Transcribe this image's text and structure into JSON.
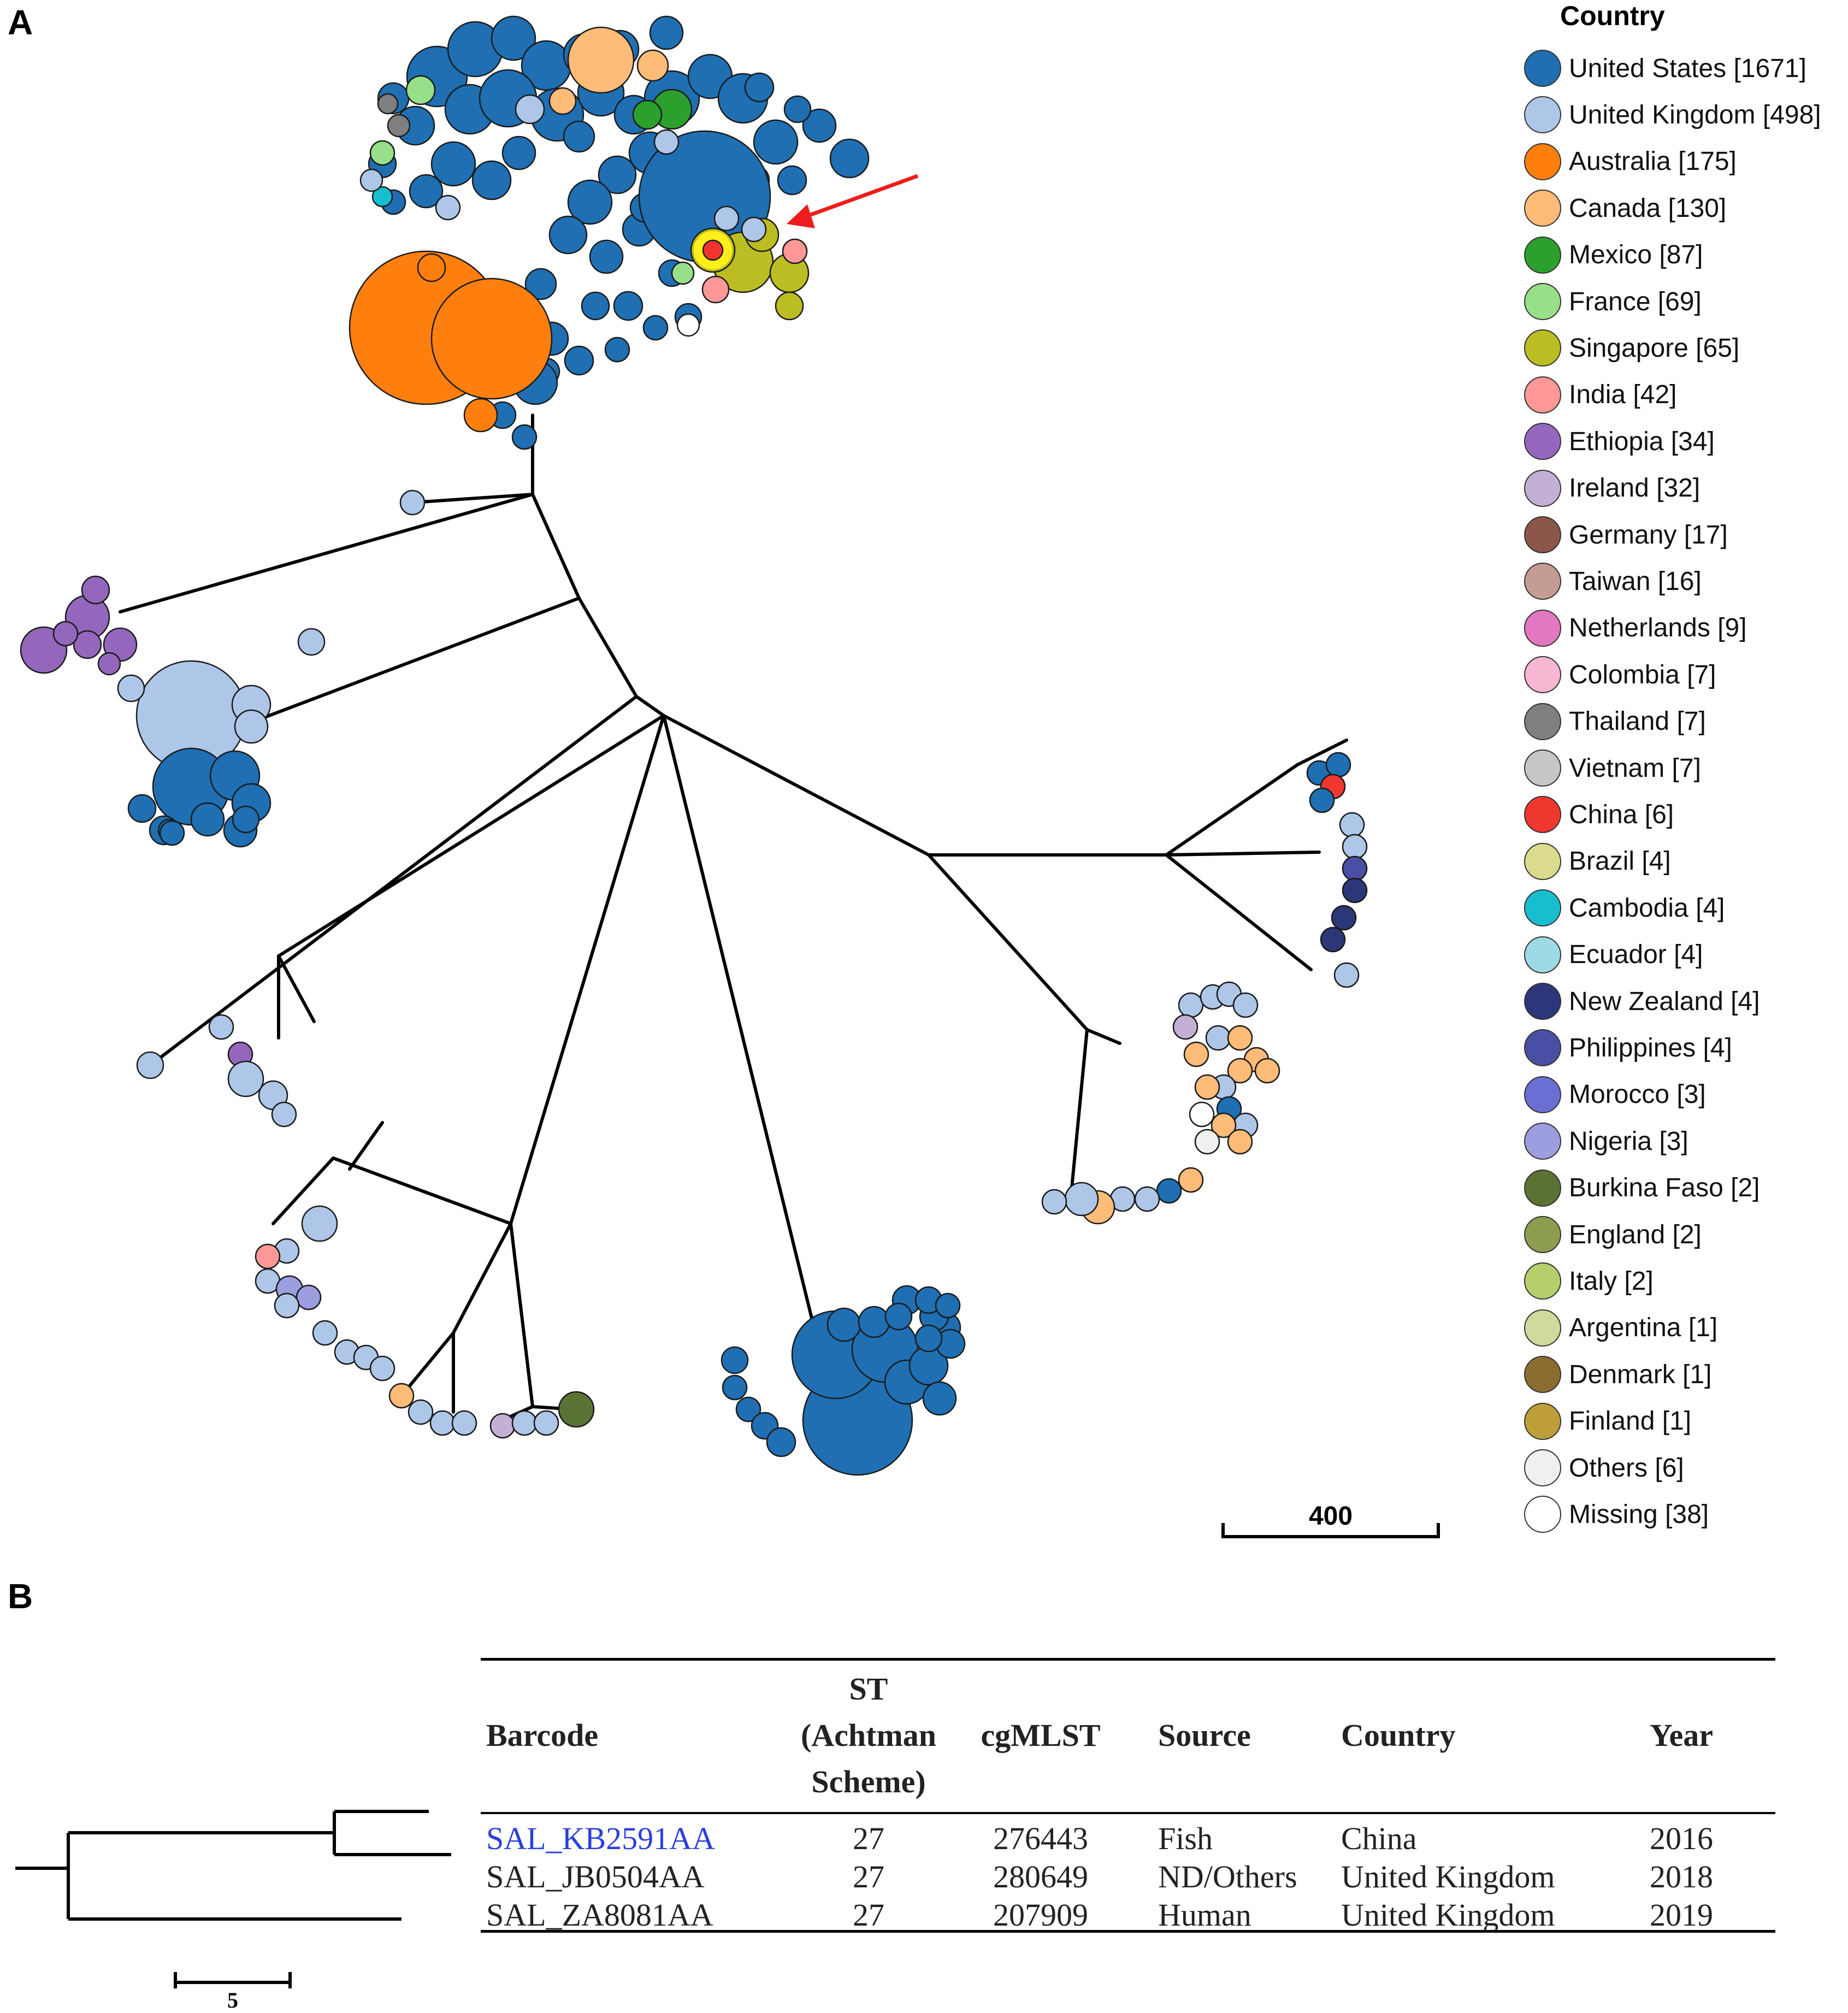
{
  "panel_a_label": "A",
  "panel_b_label": "B",
  "legend": {
    "title": "Country",
    "items": [
      {
        "label": "United States [1671]",
        "color": "#1f6fb2"
      },
      {
        "label": "United Kingdom [498]",
        "color": "#aec7e8"
      },
      {
        "label": "Australia [175]",
        "color": "#ff7f0e"
      },
      {
        "label": "Canada [130]",
        "color": "#ffbb78"
      },
      {
        "label": "Mexico [87]",
        "color": "#2ca02c"
      },
      {
        "label": "France [69]",
        "color": "#98df8a"
      },
      {
        "label": "Singapore [65]",
        "color": "#bcbd22"
      },
      {
        "label": "India [42]",
        "color": "#ff9896"
      },
      {
        "label": "Ethiopia [34]",
        "color": "#9467bd"
      },
      {
        "label": "Ireland [32]",
        "color": "#c5b0d5"
      },
      {
        "label": "Germany [17]",
        "color": "#8c564b"
      },
      {
        "label": "Taiwan [16]",
        "color": "#c49c94"
      },
      {
        "label": "Netherlands [9]",
        "color": "#e377c2"
      },
      {
        "label": "Colombia [7]",
        "color": "#f7b6d2"
      },
      {
        "label": "Thailand [7]",
        "color": "#7f7f7f"
      },
      {
        "label": "Vietnam [7]",
        "color": "#c7c7c7"
      },
      {
        "label": "China [6]",
        "color": "#f0372f"
      },
      {
        "label": "Brazil [4]",
        "color": "#dbdb8d"
      },
      {
        "label": "Cambodia [4]",
        "color": "#17becf"
      },
      {
        "label": "Ecuador [4]",
        "color": "#9edae5"
      },
      {
        "label": "New Zealand [4]",
        "color": "#2b3778"
      },
      {
        "label": "Philippines [4]",
        "color": "#4a4fa6"
      },
      {
        "label": "Morocco [3]",
        "color": "#6a6fd4"
      },
      {
        "label": "Nigeria [3]",
        "color": "#9c9ee0"
      },
      {
        "label": "Burkina Faso [2]",
        "color": "#5a7334"
      },
      {
        "label": "England [2]",
        "color": "#8c9e4e"
      },
      {
        "label": "Italy [2]",
        "color": "#b5cf6b"
      },
      {
        "label": "Argentina [1]",
        "color": "#cedb9c"
      },
      {
        "label": "Denmark [1]",
        "color": "#8c6d31"
      },
      {
        "label": "Finland [1]",
        "color": "#bd9e39"
      },
      {
        "label": "Others [6]",
        "color": "#f0f0f0"
      },
      {
        "label": "Missing [38]",
        "color": "#ffffff"
      }
    ]
  },
  "scale_a_label": "400",
  "scale_b_label": "5",
  "table": {
    "headers": {
      "barcode": "Barcode",
      "st_line1": "ST",
      "st_line2": "(Achtman",
      "st_line3": "Scheme)",
      "cgmlst": "cgMLST",
      "source": "Source",
      "country": "Country",
      "year": "Year"
    },
    "rows": [
      {
        "barcode": "SAL_KB2591AA",
        "st": "27",
        "cgmlst": "276443",
        "source": "Fish",
        "country": "China",
        "year": "2016"
      },
      {
        "barcode": "SAL_JB0504AA",
        "st": "27",
        "cgmlst": "280649",
        "source": "ND/Others",
        "country": "United Kingdom",
        "year": "2018"
      },
      {
        "barcode": "SAL_ZA8081AA",
        "st": "27",
        "cgmlst": "207909",
        "source": "Human",
        "country": "United Kingdom",
        "year": "2019"
      }
    ]
  }
}
